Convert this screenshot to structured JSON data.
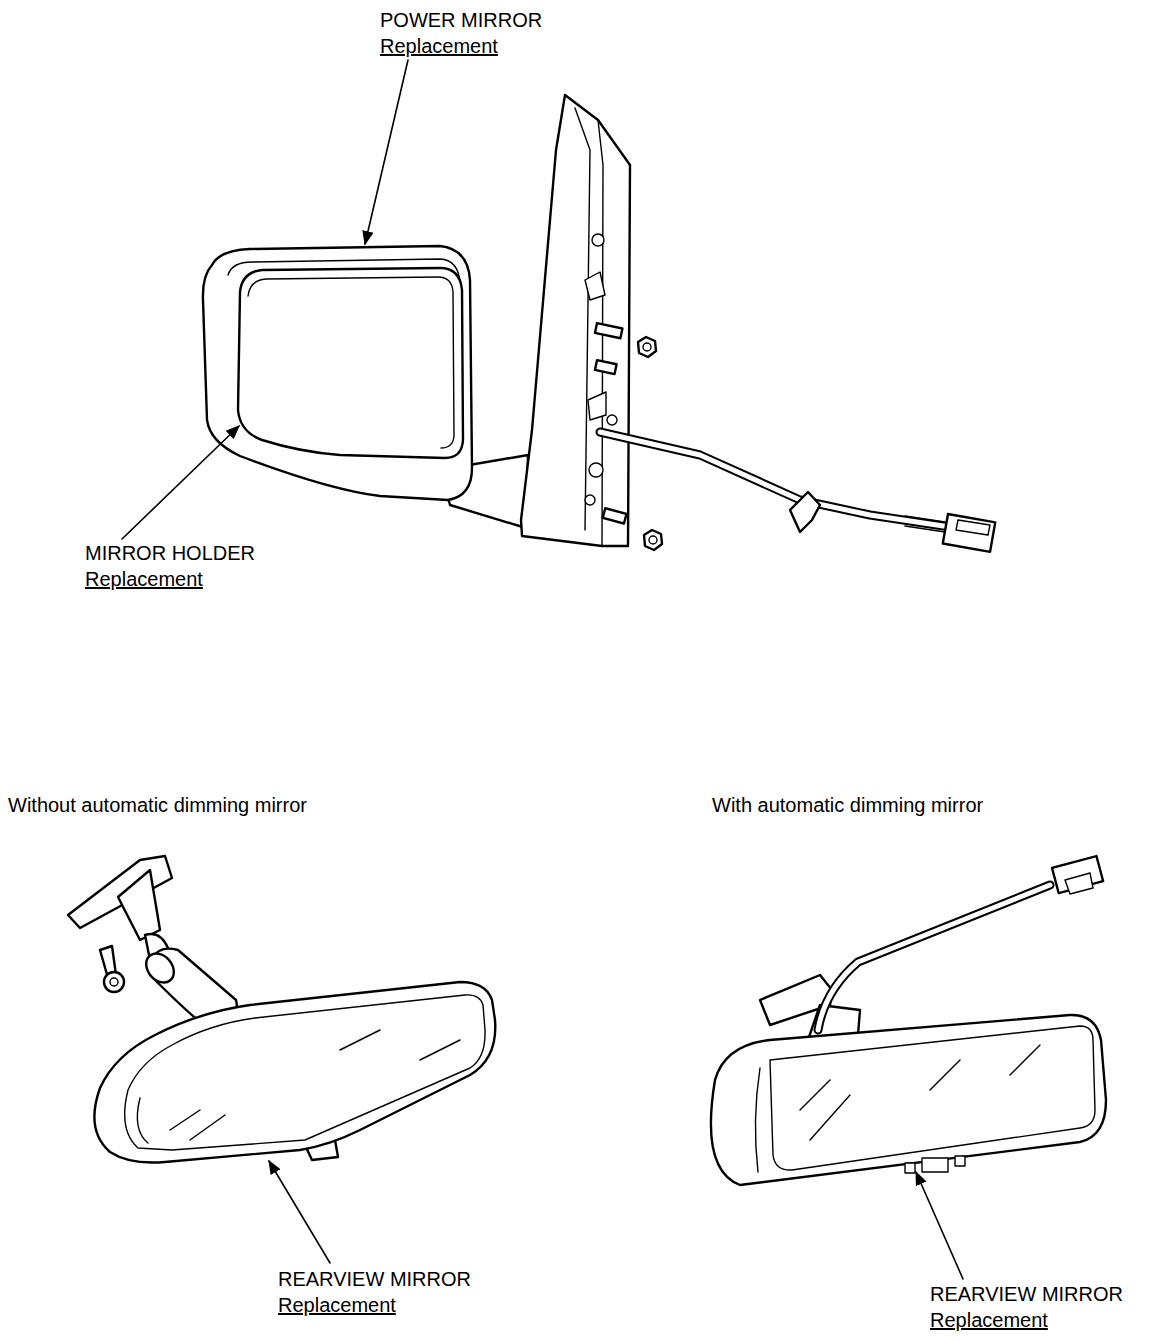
{
  "diagram": {
    "labels": [
      "POWER MIRROR",
      "Replacement",
      "MIRROR HOLDER",
      "Replacement",
      "Without automatic dimming mirror",
      "With automatic dimming mirror",
      "REARVIEW MIRROR",
      "Replacement",
      "REARVIEW MIRROR",
      "Replacement"
    ]
  }
}
